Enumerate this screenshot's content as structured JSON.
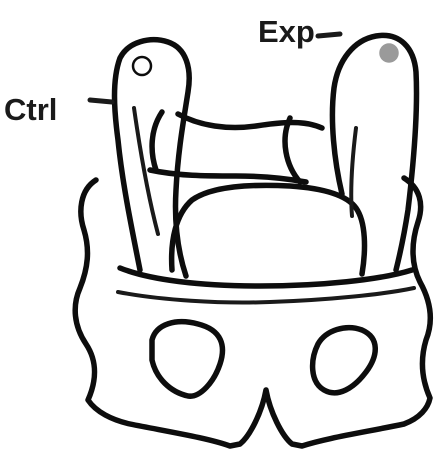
{
  "labels": {
    "control": "Ctrl",
    "experimental": "Exp"
  },
  "markers": {
    "control": "open-circle",
    "experimental": "filled-circle"
  },
  "colors": {
    "ink": "#0d0d0d",
    "background": "#ffffff",
    "experimental_marker": "#9a9a9a"
  }
}
